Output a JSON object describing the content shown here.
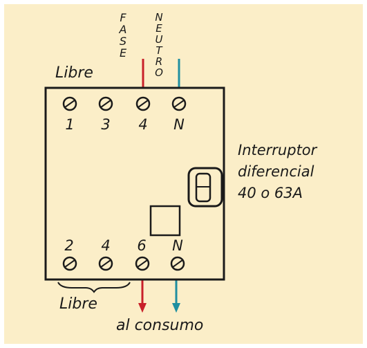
{
  "labels": {
    "fase": "FASE",
    "neutro": "NEUTRO",
    "libre_top": "Libre",
    "libre_bottom": "Libre",
    "consumo": "al consumo",
    "device_line1": "Interruptor",
    "device_line2": "diferencial",
    "device_line3": "40 o 63A"
  },
  "terminals_top": [
    "1",
    "3",
    "4",
    "N"
  ],
  "terminals_bottom": [
    "2",
    "4",
    "6",
    "N"
  ],
  "colors": {
    "background": "#fbeec8",
    "phase_wire": "#c8202a",
    "neutral_wire": "#1f8fa0",
    "ink": "#1a1a1a"
  }
}
